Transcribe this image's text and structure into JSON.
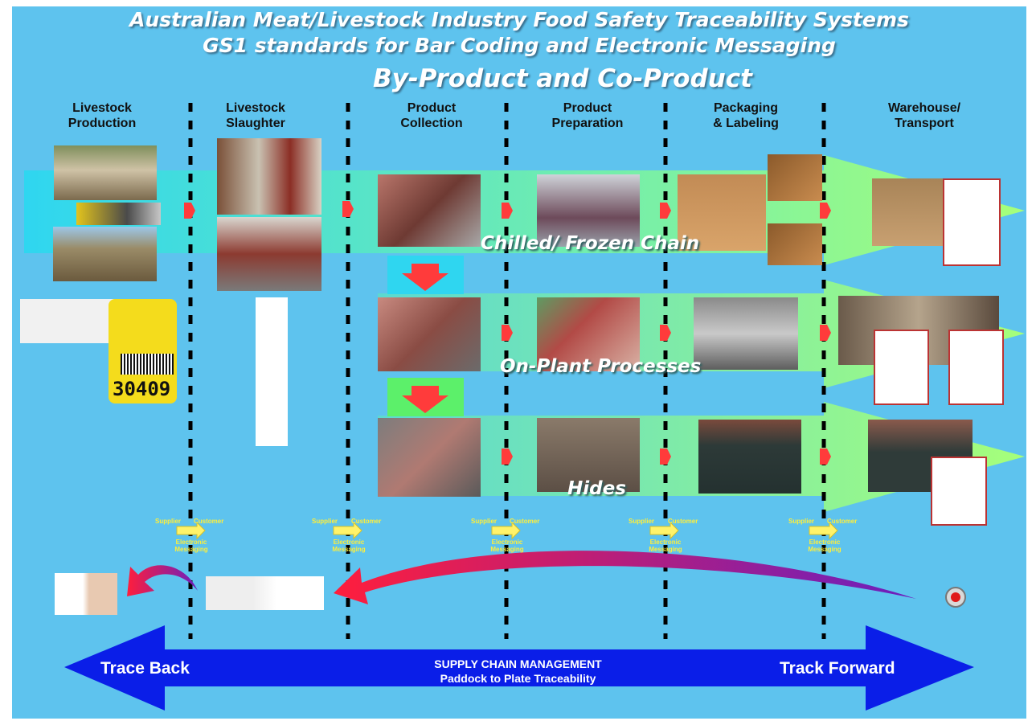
{
  "title": {
    "line1": "Australian Meat/Livestock Industry Food Safety Traceability Systems",
    "line2": "GS1 standards for Bar Coding and Electronic Messaging",
    "line3": "By-Product and Co-Product"
  },
  "stages": [
    {
      "line1": "Livestock",
      "line2": "Production"
    },
    {
      "line1": "Livestock",
      "line2": "Slaughter"
    },
    {
      "line1": "Product",
      "line2": "Collection"
    },
    {
      "line1": "Product",
      "line2": "Preparation"
    },
    {
      "line1": "Packaging",
      "line2": "& Labeling"
    },
    {
      "line1": "Warehouse/",
      "line2": "Transport"
    }
  ],
  "lanes": [
    {
      "label": "Chilled/ Frozen Chain",
      "color": "#7ff0a0"
    },
    {
      "label": "On-Plant Processes",
      "color": "#7ff0a0"
    },
    {
      "label": "Hides",
      "color": "#7ff0a0"
    }
  ],
  "messaging": {
    "supplier": "Supplier",
    "customer": "Customer",
    "line1": "Electronic",
    "line2": "Messaging"
  },
  "ear_tag_number": "30409",
  "bottom": {
    "trace_back": "Trace Back",
    "track_forward": "Track Forward",
    "scm_title": "SUPPLY CHAIN MANAGEMENT",
    "scm_subtitle": "Paddock to Plate Traceability"
  },
  "colors": {
    "background": "#5ec3ee",
    "big_arrow": "#0a1ee8",
    "step_arrow": "#ff3b3b",
    "text_yellow": "#ffef3a"
  }
}
